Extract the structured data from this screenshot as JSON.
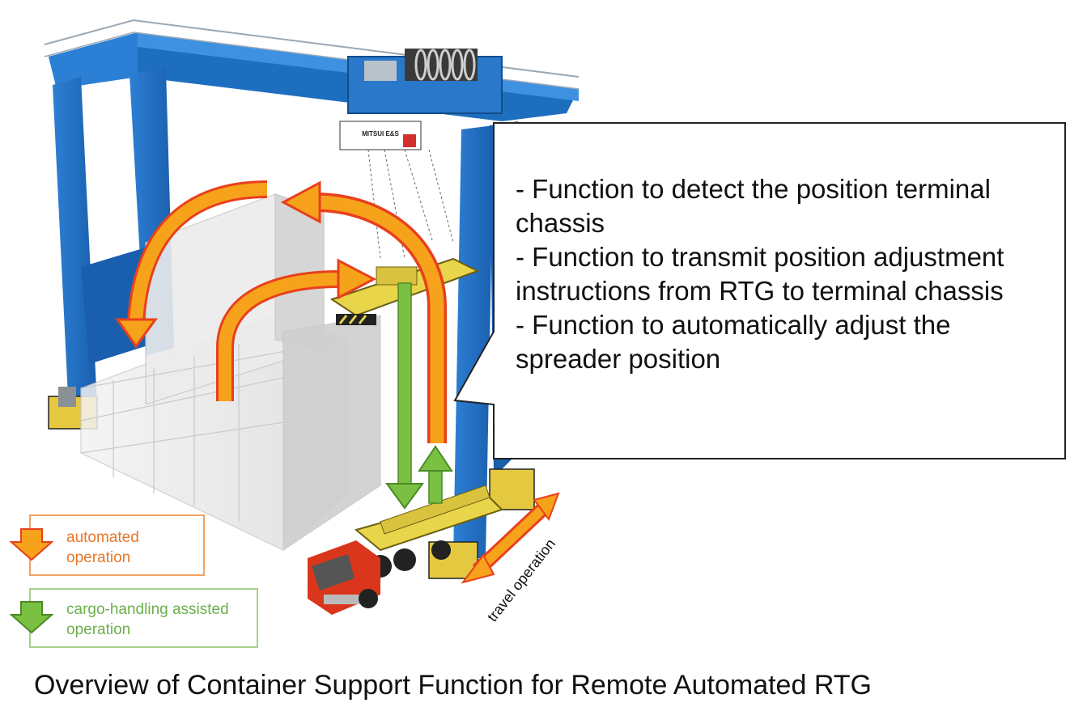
{
  "callout": {
    "lines": [
      "- Function to detect the position terminal chassis",
      "- Function to transmit position adjustment instructions from RTG to terminal chassis",
      "- Function to automatically adjust the spreader position"
    ]
  },
  "legend": {
    "automated": {
      "label": "automated operation",
      "color": "#f7a21b"
    },
    "cargo": {
      "label": "cargo-handling assisted operation",
      "color": "#7ac143"
    }
  },
  "travel_label": "travel operation",
  "crane_brand": "MITSUI E&S",
  "caption": "Overview of Container Support Function for Remote Automated RTG",
  "colors": {
    "crane_blue": "#1f6fc4",
    "crane_blue_dark": "#155296",
    "arrow_orange": "#f7a21b",
    "arrow_red_outline": "#e8401c",
    "arrow_green": "#7ac143",
    "truck_red": "#d9361b",
    "spreader_yellow": "#e9d54a"
  }
}
